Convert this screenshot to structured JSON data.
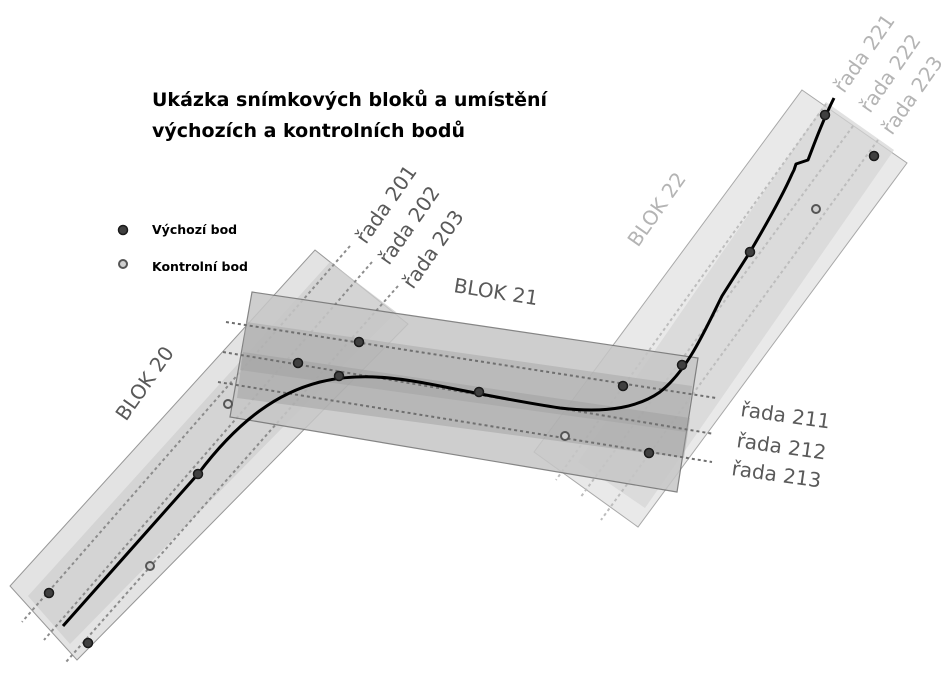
{
  "title": {
    "line1": "Ukázka snímkových bloků a umístění",
    "line2": "výchozích a kontrolních bodů"
  },
  "legend": {
    "vychozi_label": "Výchozí bod",
    "kontrolni_label": "Kontrolní bod"
  },
  "blocks": {
    "blok20": "BLOK 20",
    "blok21": "BLOK 21",
    "blok22": "BLOK 22"
  },
  "strips": {
    "r201": "řada 201",
    "r202": "řada 202",
    "r203": "řada 203",
    "r211": "řada 211",
    "r212": "řada 212",
    "r213": "řada 213",
    "r221": "řada 221",
    "r222": "řada 222",
    "r223": "řada 223"
  },
  "colors": {
    "block_fill": "#d9d9d9",
    "block_stroke": "#8c8c8c",
    "point_fill": "#404040",
    "route": "#000000"
  }
}
